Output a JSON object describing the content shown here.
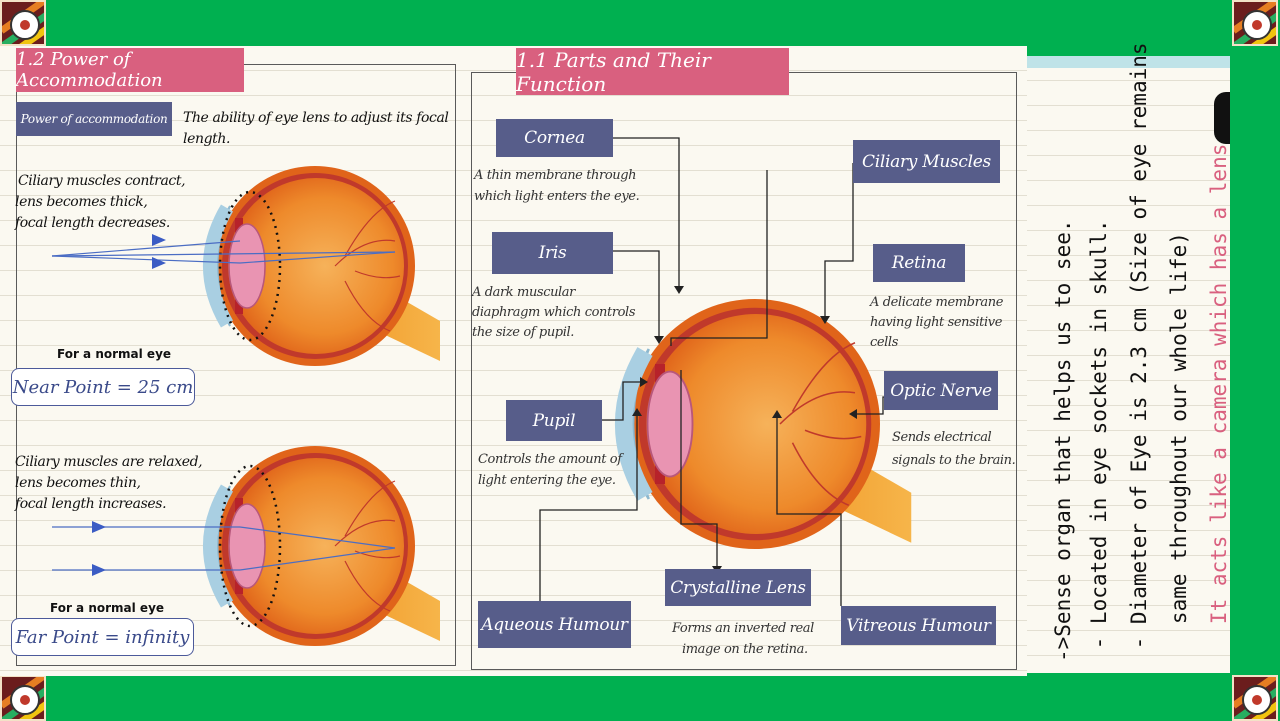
{
  "left_panel": {
    "title": "1.2 Power of Accommodation",
    "definition_label": "Power of accommodation",
    "definition_text": "The ability of eye lens to adjust its focal length.",
    "top_eye": {
      "lines": [
        "Ciliary muscles contract,",
        "lens becomes thick,",
        "focal length decreases."
      ],
      "caption": "For a normal eye",
      "point": "Near Point = 25 cm"
    },
    "bottom_eye": {
      "lines": [
        "Ciliary muscles are relaxed,",
        "lens becomes thin,",
        "focal length increases."
      ],
      "caption": "For a normal eye",
      "point": "Far Point = infinity"
    }
  },
  "middle_panel": {
    "title": "1.1 Parts and Their Function",
    "parts": {
      "cornea": {
        "label": "Cornea",
        "desc": [
          "A thin membrane through",
          "which light enters the eye."
        ]
      },
      "iris": {
        "label": "Iris",
        "desc": [
          "A dark muscular",
          "diaphragm which controls",
          "the size of pupil."
        ]
      },
      "pupil": {
        "label": "Pupil",
        "desc": [
          "Controls the amount of",
          "light entering the eye."
        ]
      },
      "aqueous": {
        "label": "Aqueous Humour"
      },
      "lens": {
        "label": "Crystalline Lens",
        "desc": [
          "Forms an inverted real",
          "image on the retina."
        ]
      },
      "vitreous": {
        "label": "Vitreous Humour"
      },
      "ciliary": {
        "label": "Ciliary Muscles"
      },
      "retina": {
        "label": "Retina",
        "desc": [
          "A delicate membrane",
          "having light sensitive",
          "cells"
        ]
      },
      "optic": {
        "label": "Optic Nerve",
        "desc": [
          "Sends electrical",
          "signals to the brain."
        ]
      }
    }
  },
  "right_panel": {
    "lines": [
      "->Sense organ that helps us to see.",
      " - Located in eye sockets in skull.",
      " - Diameter of Eye is 2.3 cm (Size of eye remains",
      "   same throughout our whole life)",
      "   It acts like a camera which has a lens."
    ],
    "colors": [
      "#111111",
      "#111111",
      "#111111",
      "#111111",
      "#d9607f"
    ]
  },
  "colors": {
    "background": "#00b050",
    "title_tab": "#d9607f",
    "label_box": "#575d8a",
    "point_border": "#4c5a9a"
  }
}
